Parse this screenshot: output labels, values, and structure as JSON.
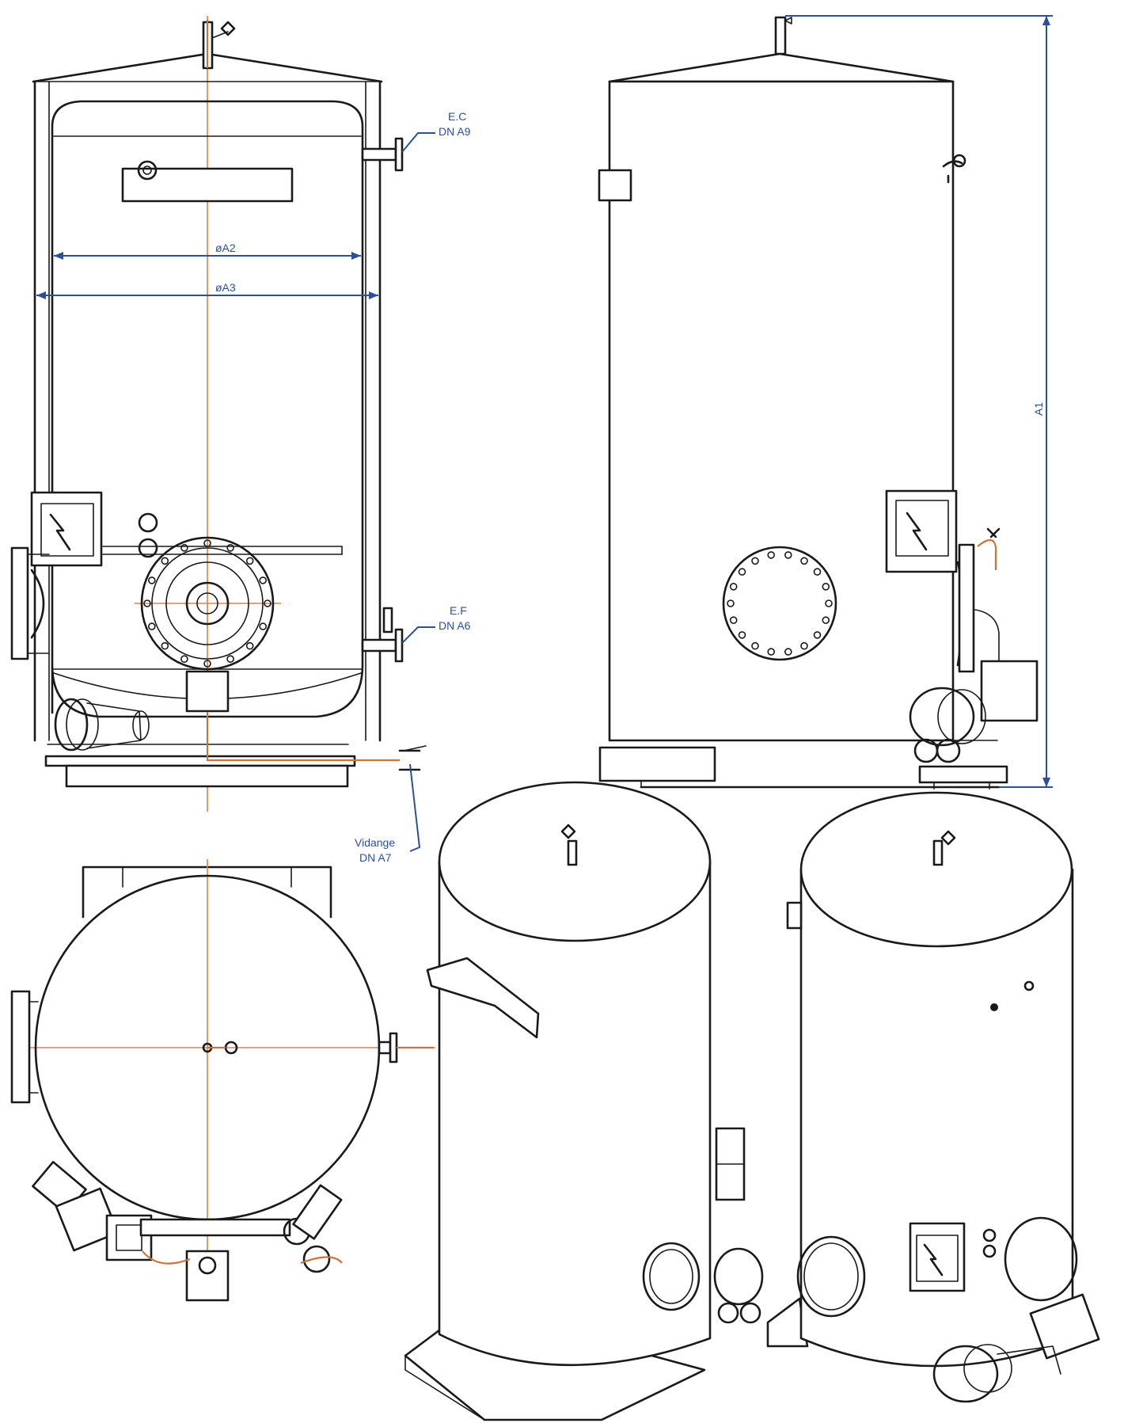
{
  "labels": {
    "hot_water_name": "E.C",
    "hot_water_dn": "DN A9",
    "cold_water_name": "E.F",
    "cold_water_dn": "DN A6",
    "drain_name": "Vidange",
    "drain_dn": "DN A7",
    "inner_diameter": "øA2",
    "outer_diameter": "øA3",
    "height": "A1"
  },
  "colors": {
    "line": "#1a1a1a",
    "dimension": "#2d4f9a",
    "axis": "#e08040"
  }
}
